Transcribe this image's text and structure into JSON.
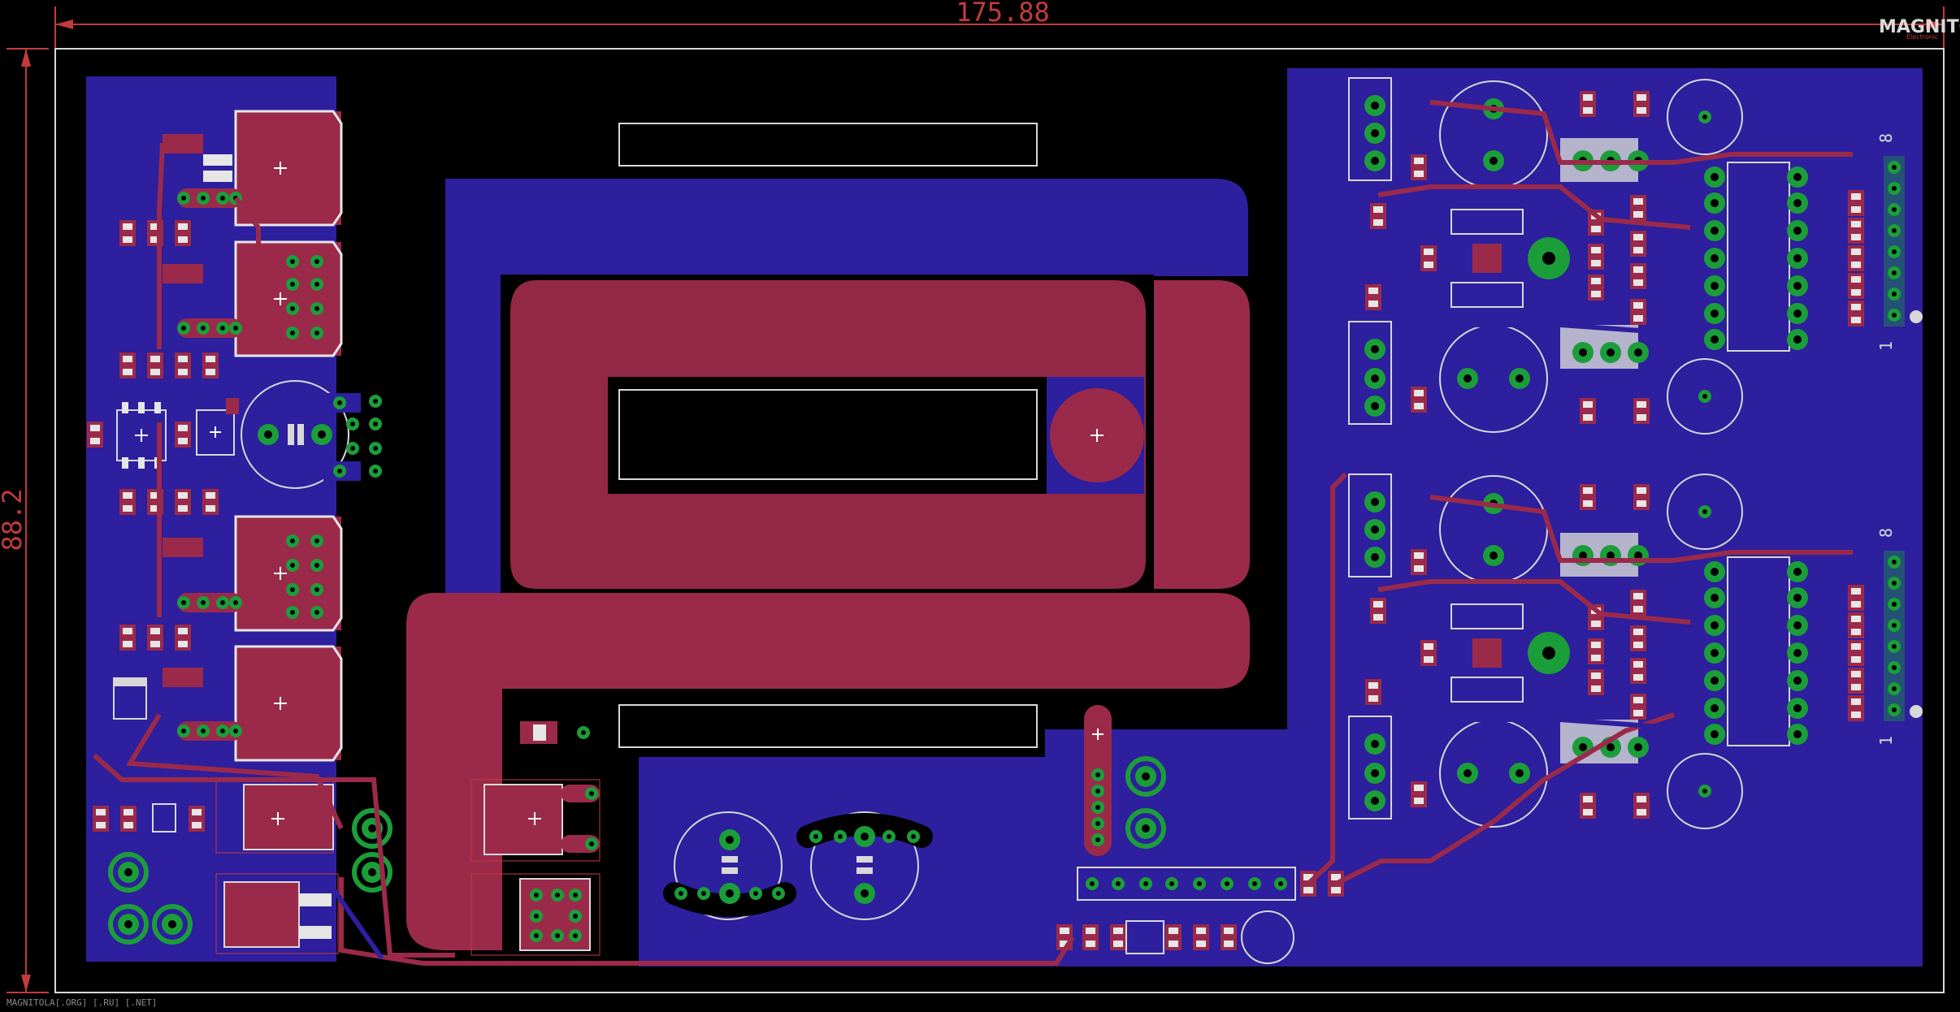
{
  "board": {
    "width_label": "175.88",
    "height_label": "88.2",
    "logo": "MAGNITOLA",
    "logo_sub": "Electronic",
    "footer": "MAGNITOLA[.ORG] [.RU] [.NET]"
  },
  "connectors": {
    "upper_pin_top": "8",
    "upper_pin_bottom": "1",
    "lower_pin_top": "8",
    "lower_pin_bottom": "1"
  },
  "colors": {
    "background": "#000000",
    "bottom_copper": "#2d1f9e",
    "top_copper": "#9b2a4a",
    "pad": "#1b9e3a",
    "silkscreen": "#d8d8d8",
    "dimension": "#c23b3b"
  }
}
